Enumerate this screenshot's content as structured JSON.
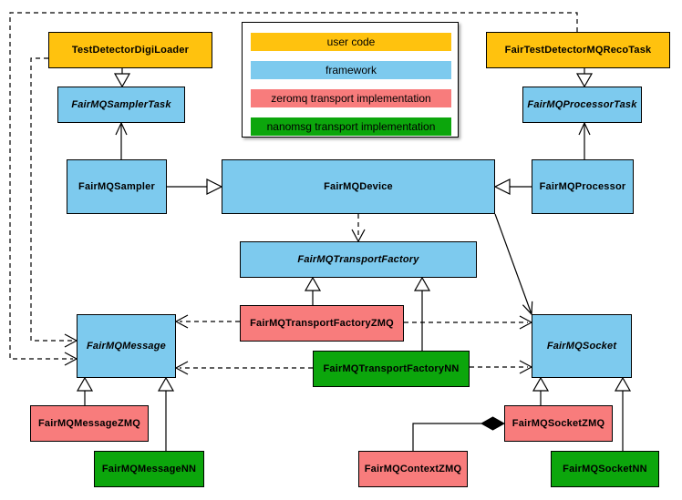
{
  "diagram": {
    "type": "uml-class-diagram",
    "colors": {
      "user_code": "#FFC20E",
      "framework": "#7DCAEE",
      "zeromq": "#F87C7C",
      "nanomsg": "#0CA60C",
      "border": "#000000",
      "background": "#FFFFFF"
    },
    "legend": {
      "items": [
        {
          "label": "user code",
          "color": "#FFC20E"
        },
        {
          "label": "framework",
          "color": "#7DCAEE"
        },
        {
          "label": "zeromq transport implementation",
          "color": "#F87C7C"
        },
        {
          "label": "nanomsg transport implementation",
          "color": "#0CA60C"
        }
      ]
    },
    "nodes": [
      {
        "label": "TestDetectorDigiLoader",
        "category": "user_code",
        "abstract": false
      },
      {
        "label": "FairTestDetectorMQRecoTask",
        "category": "user_code",
        "abstract": false
      },
      {
        "label": "FairMQSamplerTask",
        "category": "framework",
        "abstract": true
      },
      {
        "label": "FairMQProcessorTask",
        "category": "framework",
        "abstract": true
      },
      {
        "label": "FairMQSampler",
        "category": "framework",
        "abstract": false
      },
      {
        "label": "FairMQDevice",
        "category": "framework",
        "abstract": false
      },
      {
        "label": "FairMQProcessor",
        "category": "framework",
        "abstract": false
      },
      {
        "label": "FairMQTransportFactory",
        "category": "framework",
        "abstract": true
      },
      {
        "label": "FairMQTransportFactoryZMQ",
        "category": "zeromq",
        "abstract": false
      },
      {
        "label": "FairMQTransportFactoryNN",
        "category": "nanomsg",
        "abstract": false
      },
      {
        "label": "FairMQMessage",
        "category": "framework",
        "abstract": true
      },
      {
        "label": "FairMQSocket",
        "category": "framework",
        "abstract": true
      },
      {
        "label": "FairMQMessageZMQ",
        "category": "zeromq",
        "abstract": false
      },
      {
        "label": "FairMQMessageNN",
        "category": "nanomsg",
        "abstract": false
      },
      {
        "label": "FairMQSocketZMQ",
        "category": "zeromq",
        "abstract": false
      },
      {
        "label": "FairMQSocketNN",
        "category": "nanomsg",
        "abstract": false
      },
      {
        "label": "FairMQContextZMQ",
        "category": "zeromq",
        "abstract": false
      }
    ],
    "edges": [
      {
        "from": "TestDetectorDigiLoader",
        "to": "FairMQSamplerTask",
        "type": "inheritance"
      },
      {
        "from": "FairTestDetectorMQRecoTask",
        "to": "FairMQProcessorTask",
        "type": "inheritance"
      },
      {
        "from": "FairMQSampler",
        "to": "FairMQDevice",
        "type": "inheritance"
      },
      {
        "from": "FairMQProcessor",
        "to": "FairMQDevice",
        "type": "inheritance"
      },
      {
        "from": "FairMQTransportFactoryZMQ",
        "to": "FairMQTransportFactory",
        "type": "inheritance"
      },
      {
        "from": "FairMQTransportFactoryNN",
        "to": "FairMQTransportFactory",
        "type": "inheritance"
      },
      {
        "from": "FairMQMessageZMQ",
        "to": "FairMQMessage",
        "type": "inheritance"
      },
      {
        "from": "FairMQMessageNN",
        "to": "FairMQMessage",
        "type": "inheritance"
      },
      {
        "from": "FairMQSocketZMQ",
        "to": "FairMQSocket",
        "type": "inheritance"
      },
      {
        "from": "FairMQSocketNN",
        "to": "FairMQSocket",
        "type": "inheritance"
      },
      {
        "from": "FairMQSampler",
        "to": "FairMQSamplerTask",
        "type": "association"
      },
      {
        "from": "FairMQProcessor",
        "to": "FairMQProcessorTask",
        "type": "association"
      },
      {
        "from": "FairMQDevice",
        "to": "FairMQSocket",
        "type": "association"
      },
      {
        "from": "FairMQDevice",
        "to": "FairMQTransportFactory",
        "type": "dependency"
      },
      {
        "from": "TestDetectorDigiLoader",
        "to": "FairMQMessage",
        "type": "dependency"
      },
      {
        "from": "FairTestDetectorMQRecoTask",
        "to": "FairMQMessage",
        "type": "dependency"
      },
      {
        "from": "FairMQTransportFactoryZMQ",
        "to": "FairMQMessage",
        "type": "dependency"
      },
      {
        "from": "FairMQTransportFactoryZMQ",
        "to": "FairMQSocket",
        "type": "dependency"
      },
      {
        "from": "FairMQTransportFactoryNN",
        "to": "FairMQMessage",
        "type": "dependency"
      },
      {
        "from": "FairMQTransportFactoryNN",
        "to": "FairMQSocket",
        "type": "dependency"
      },
      {
        "from": "FairMQSocketZMQ",
        "to": "FairMQContextZMQ",
        "type": "composition"
      }
    ]
  }
}
